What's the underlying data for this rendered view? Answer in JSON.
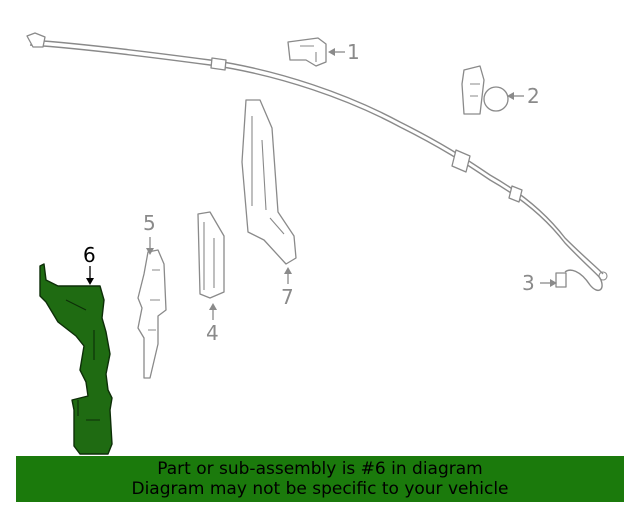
{
  "diagram": {
    "highlight_color": "#1f6b12",
    "line_color": "#8a8a8a",
    "callouts": [
      {
        "id": "1",
        "label": "1"
      },
      {
        "id": "2",
        "label": "2"
      },
      {
        "id": "3",
        "label": "3"
      },
      {
        "id": "4",
        "label": "4"
      },
      {
        "id": "5",
        "label": "5"
      },
      {
        "id": "6",
        "label": "6",
        "highlighted": true
      },
      {
        "id": "7",
        "label": "7"
      }
    ]
  },
  "banner": {
    "background": "#1b7a0c",
    "line1": "Part or sub-assembly is #6 in diagram",
    "line2": "Diagram may not be specific to your vehicle"
  }
}
